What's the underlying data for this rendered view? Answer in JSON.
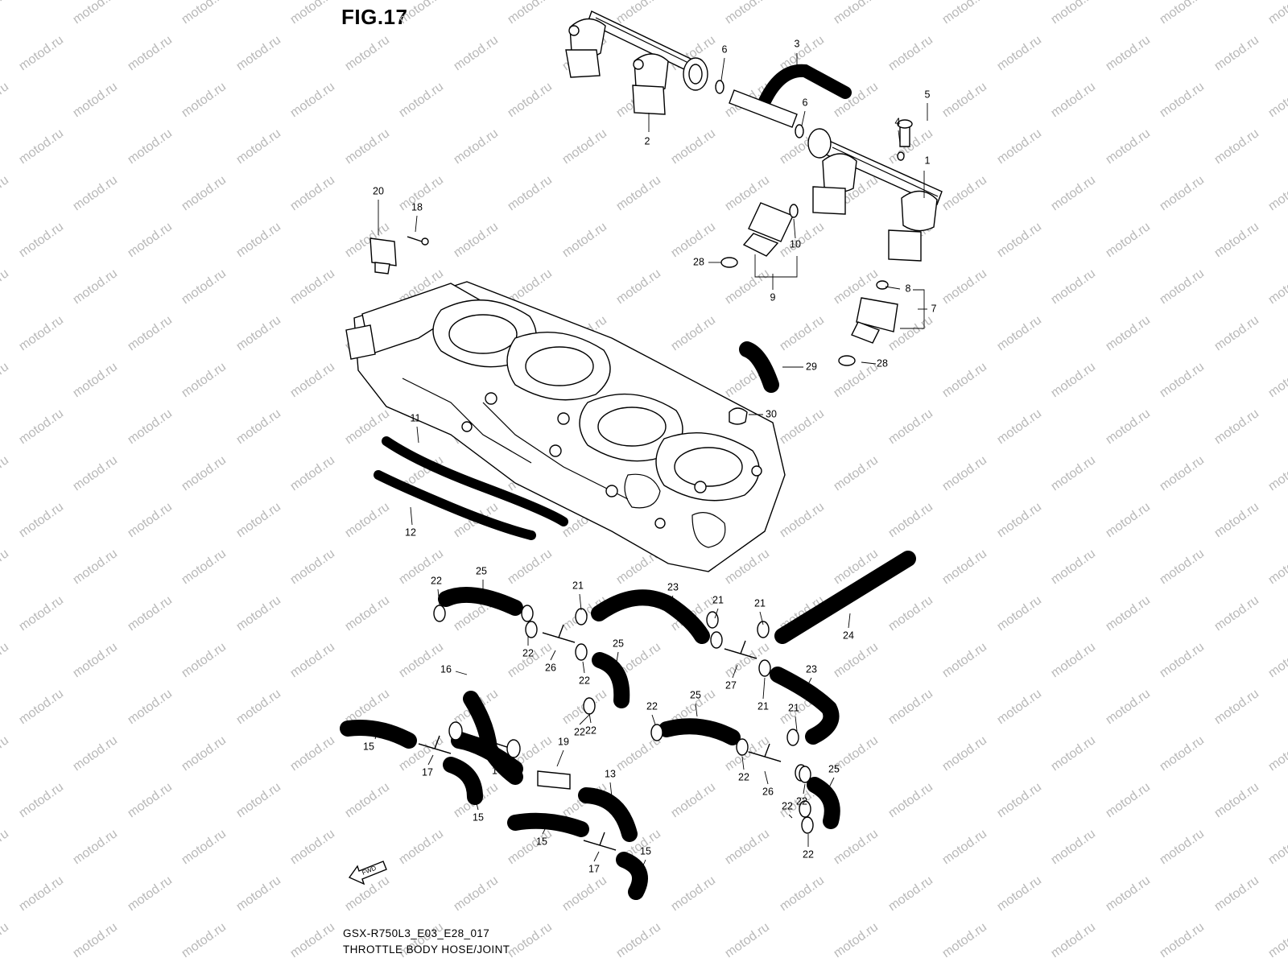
{
  "figure": {
    "title": "FIG.17",
    "model_code": "GSX-R750L3_E03_E28_017",
    "name": "THROTTLE BODY HOSE/JOINT",
    "watermark": "motod.ru",
    "direction_label": "FWD"
  },
  "callouts": [
    "1",
    "2",
    "3",
    "4",
    "5",
    "6",
    "6",
    "7",
    "8",
    "9",
    "10",
    "11",
    "12",
    "13",
    "14",
    "15",
    "15",
    "15",
    "15",
    "16",
    "17",
    "17",
    "18",
    "19",
    "20",
    "21",
    "21",
    "21",
    "21",
    "21",
    "22",
    "22",
    "22",
    "22",
    "22",
    "22",
    "22",
    "22",
    "22",
    "22",
    "23",
    "23",
    "24",
    "25",
    "25",
    "25",
    "25",
    "26",
    "26",
    "27",
    "28",
    "28",
    "29",
    "30"
  ]
}
